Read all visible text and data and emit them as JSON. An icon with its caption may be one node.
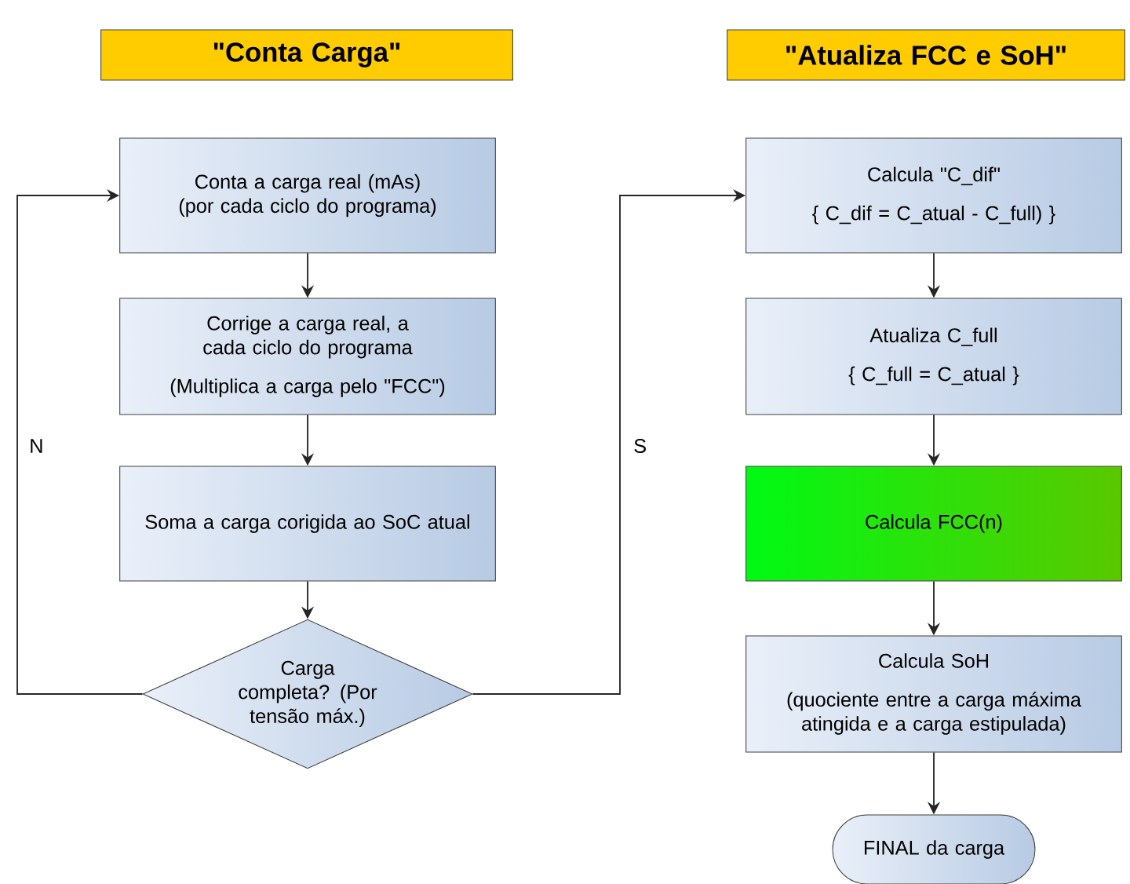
{
  "diagram": {
    "nodes": [
      {
        "text": [
          "\"Conta Carga\""
        ]
      },
      {
        "text": [
          "\"Atualiza FCC e SoH\""
        ]
      },
      {
        "text": [
          "Conta a carga real (mAs) (por cada ciclo do programa)"
        ]
      },
      {
        "text": [
          "Corrige a carga real, a cada ciclo do programa",
          "(Multiplica a carga pelo \"FCC\")"
        ]
      },
      {
        "text": [
          "Soma a carga corigida ao SoC atual"
        ]
      },
      {
        "text": [
          "Carga completa? (Por tensão máx.)"
        ]
      },
      {
        "text": [
          "Calcula \"C_dif\"",
          "{ C_dif = C_atual - C_full) }"
        ]
      },
      {
        "text": [
          "Atualiza C_full",
          "{ C_full = C_atual }"
        ]
      },
      {
        "text": [
          "Calcula FCC(n)"
        ]
      },
      {
        "text": [
          "Calcula SoH",
          "(quociente entre a carga máxima atingida e a carga estipulada)"
        ]
      },
      {
        "text": [
          "FINAL da carga"
        ]
      }
    ],
    "edges": [
      {
        "from": 2,
        "to": 3,
        "arrow": "to"
      },
      {
        "from": 3,
        "to": 4,
        "arrow": "to"
      },
      {
        "from": 4,
        "to": 5,
        "arrow": "to"
      },
      {
        "from": 5,
        "to": 2,
        "arrow": "to",
        "label": "N"
      },
      {
        "from": 5,
        "to": 6,
        "arrow": "to",
        "label": "S"
      },
      {
        "from": 6,
        "to": 7,
        "arrow": "to"
      },
      {
        "from": 7,
        "to": 8,
        "arrow": "to"
      },
      {
        "from": 8,
        "to": 9,
        "arrow": "to"
      },
      {
        "from": 9,
        "to": 10,
        "arrow": "to"
      }
    ]
  }
}
